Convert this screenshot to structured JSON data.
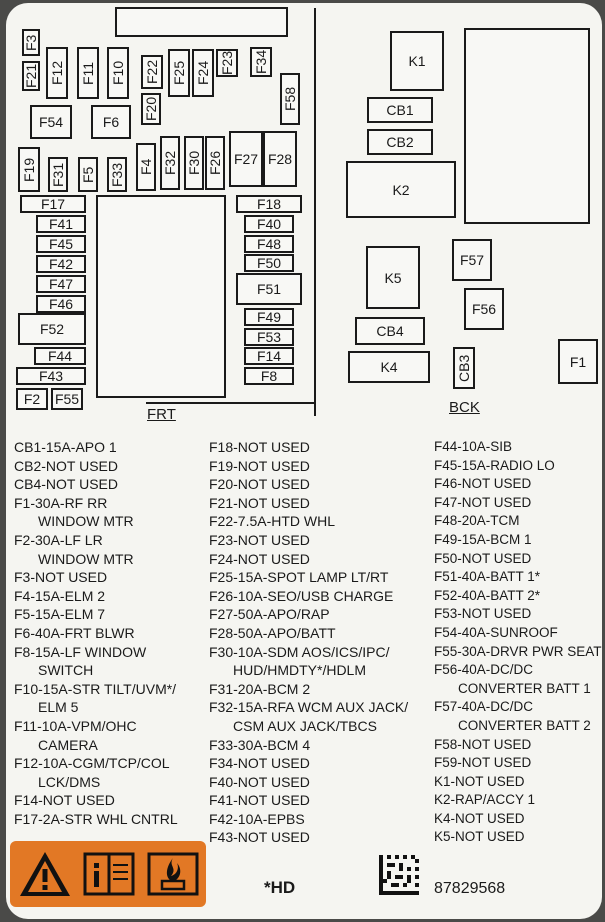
{
  "fuses": {
    "F3": "F3",
    "F21": "F21",
    "F12": "F12",
    "F11": "F11",
    "F10": "F10",
    "F22": "F22",
    "F25": "F25",
    "F24": "F24",
    "F23": "F23",
    "F34": "F34",
    "F58": "F58",
    "F54": "F54",
    "F6": "F6",
    "F20": "F20",
    "F19": "F19",
    "F31": "F31",
    "F5": "F5",
    "F33": "F33",
    "F4": "F4",
    "F32": "F32",
    "F30": "F30",
    "F26": "F26",
    "F27": "F27",
    "F28": "F28",
    "F17": "F17",
    "F41": "F41",
    "F45": "F45",
    "F42": "F42",
    "F47": "F47",
    "F46": "F46",
    "F52": "F52",
    "F44": "F44",
    "F43": "F43",
    "F2": "F2",
    "F55": "F55",
    "F18": "F18",
    "F40": "F40",
    "F48": "F48",
    "F50": "F50",
    "F51": "F51",
    "F49": "F49",
    "F53": "F53",
    "F14": "F14",
    "F8": "F8",
    "K1": "K1",
    "CB1": "CB1",
    "CB2": "CB2",
    "K2": "K2",
    "K5": "K5",
    "F57": "F57",
    "F56": "F56",
    "CB4": "CB4",
    "K4": "K4",
    "CB3": "CB3",
    "F1": "F1"
  },
  "labels": {
    "frt": "FRT",
    "bck": "BCK"
  },
  "legend": {
    "col1": [
      {
        "t": "CB1-15A-APO 1"
      },
      {
        "t": "CB2-NOT USED"
      },
      {
        "t": "CB4-NOT USED"
      },
      {
        "t": "F1-30A-RF RR"
      },
      {
        "t": "WINDOW MTR",
        "i": 1
      },
      {
        "t": "F2-30A-LF LR"
      },
      {
        "t": "WINDOW MTR",
        "i": 1
      },
      {
        "t": "F3-NOT USED"
      },
      {
        "t": "F4-15A-ELM 2"
      },
      {
        "t": "F5-15A-ELM 7"
      },
      {
        "t": "F6-40A-FRT BLWR"
      },
      {
        "t": "F8-15A-LF WINDOW"
      },
      {
        "t": "SWITCH",
        "i": 1
      },
      {
        "t": "F10-15A-STR TILT/UVM*/"
      },
      {
        "t": "ELM 5",
        "i": 1
      },
      {
        "t": "F11-10A-VPM/OHC"
      },
      {
        "t": "CAMERA",
        "i": 1
      },
      {
        "t": "F12-10A-CGM/TCP/COL"
      },
      {
        "t": "LCK/DMS",
        "i": 1
      },
      {
        "t": "F14-NOT USED"
      },
      {
        "t": "F17-2A-STR WHL CNTRL"
      }
    ],
    "col2": [
      {
        "t": "F18-NOT USED"
      },
      {
        "t": "F19-NOT USED"
      },
      {
        "t": "F20-NOT USED"
      },
      {
        "t": "F21-NOT USED"
      },
      {
        "t": "F22-7.5A-HTD WHL"
      },
      {
        "t": "F23-NOT USED"
      },
      {
        "t": "F24-NOT USED"
      },
      {
        "t": "F25-15A-SPOT LAMP LT/RT"
      },
      {
        "t": "F26-10A-SEO/USB CHARGE"
      },
      {
        "t": "F27-50A-APO/RAP"
      },
      {
        "t": "F28-50A-APO/BATT"
      },
      {
        "t": "F30-10A-SDM AOS/ICS/IPC/"
      },
      {
        "t": "HUD/HMDTY*/HDLM",
        "i": 1
      },
      {
        "t": "F31-20A-BCM 2"
      },
      {
        "t": "F32-15A-RFA WCM AUX JACK/"
      },
      {
        "t": "CSM AUX JACK/TBCS",
        "i": 1
      },
      {
        "t": "F33-30A-BCM 4"
      },
      {
        "t": "F34-NOT USED"
      },
      {
        "t": "F40-NOT USED"
      },
      {
        "t": "F41-NOT USED"
      },
      {
        "t": "F42-10A-EPBS"
      },
      {
        "t": "F43-NOT USED"
      }
    ],
    "col3": [
      {
        "t": "F44-10A-SIB"
      },
      {
        "t": "F45-15A-RADIO LO"
      },
      {
        "t": "F46-NOT USED"
      },
      {
        "t": "F47-NOT USED"
      },
      {
        "t": "F48-20A-TCM"
      },
      {
        "t": "F49-15A-BCM 1"
      },
      {
        "t": "F50-NOT USED"
      },
      {
        "t": "F51-40A-BATT 1*"
      },
      {
        "t": "F52-40A-BATT 2*"
      },
      {
        "t": "F53-NOT USED"
      },
      {
        "t": "F54-40A-SUNROOF"
      },
      {
        "t": "F55-30A-DRVR PWR SEAT"
      },
      {
        "t": "F56-40A-DC/DC"
      },
      {
        "t": "CONVERTER BATT 1",
        "i": 1
      },
      {
        "t": "F57-40A-DC/DC"
      },
      {
        "t": "CONVERTER BATT 2",
        "i": 1
      },
      {
        "t": "F58-NOT USED"
      },
      {
        "t": "F59-NOT USED"
      },
      {
        "t": "K1-NOT USED"
      },
      {
        "t": "K2-RAP/ACCY 1"
      },
      {
        "t": "K4-NOT USED"
      },
      {
        "t": "K5-NOT USED"
      }
    ]
  },
  "footer": {
    "hd_note": "*HD",
    "part_number": "87829568"
  },
  "icons": {
    "warning": "warning-triangle-icon",
    "manual": "read-manual-icon",
    "fuse": "fuse-hot-icon"
  },
  "colors": {
    "warning_bg": "#e27825",
    "background": "#f5f5f1",
    "ink": "#1a1a1a"
  }
}
